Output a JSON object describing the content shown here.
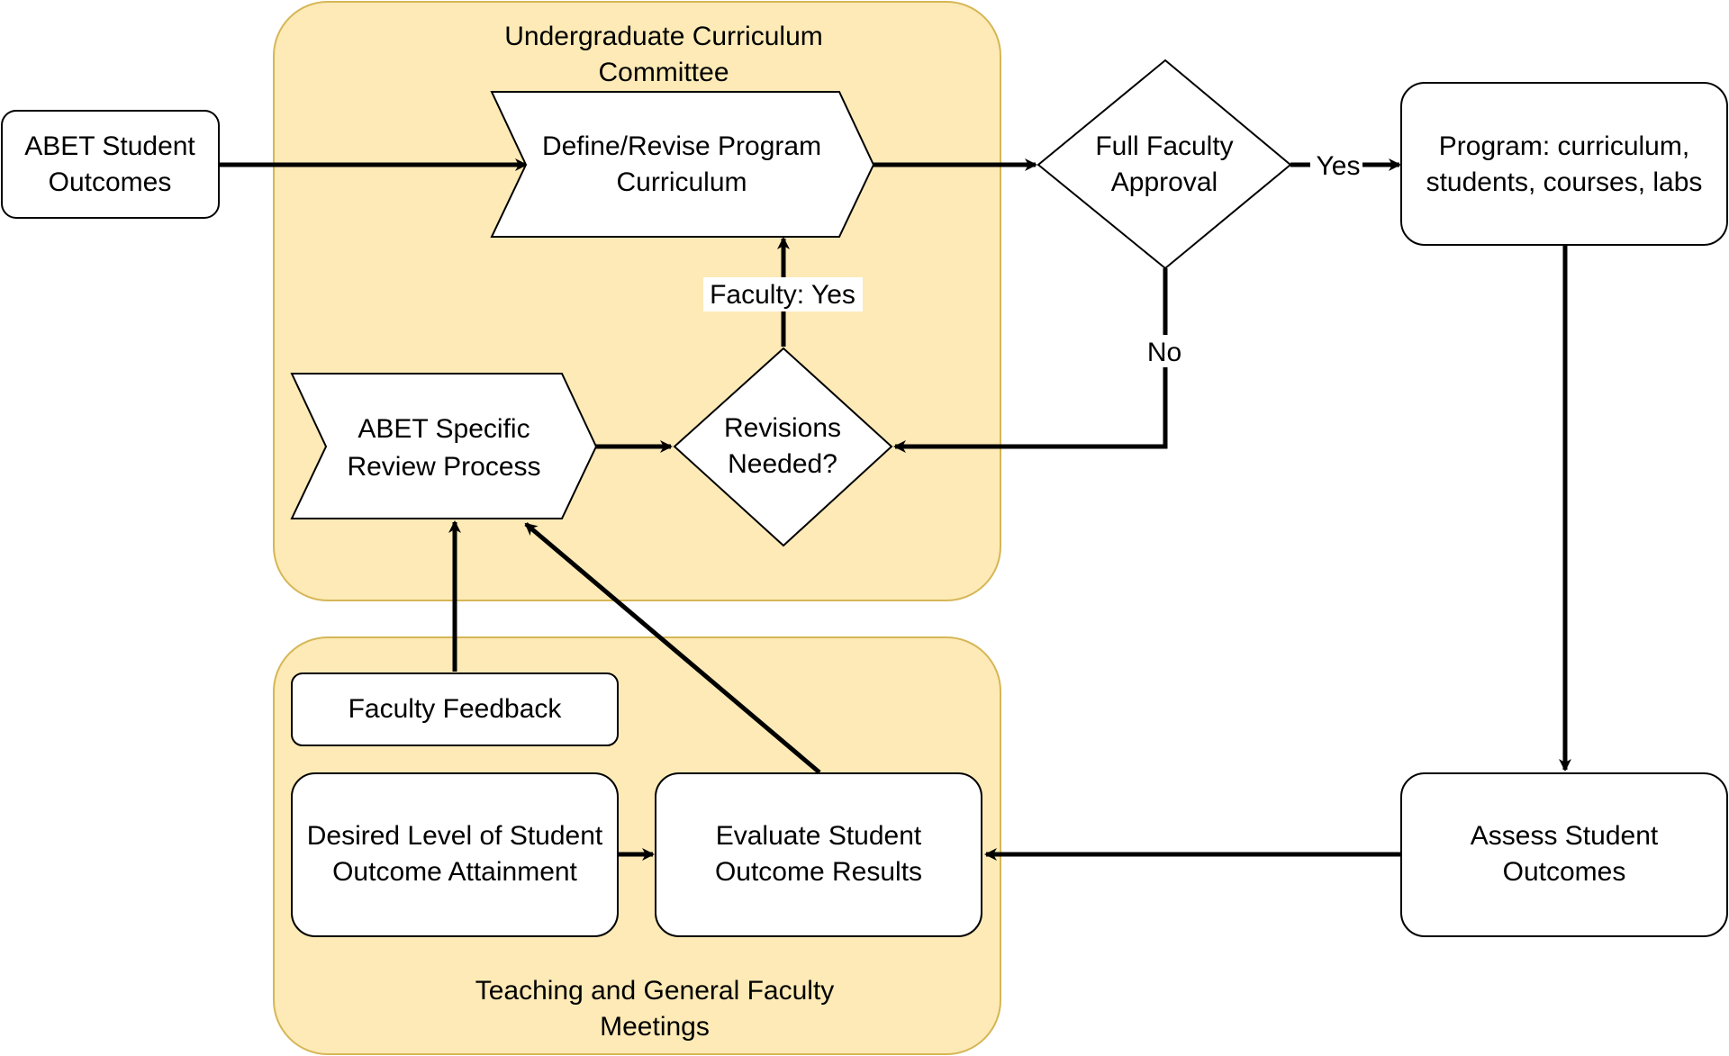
{
  "colors": {
    "group_fill": "#fdeab6",
    "group_stroke": "#d6b656",
    "node_fill": "#ffffff",
    "node_stroke": "#000000",
    "edge": "#000000"
  },
  "groups": {
    "curriculum_committee": {
      "line1": "Undergraduate Curriculum",
      "line2": "Committee"
    },
    "teaching_meetings": {
      "line1": "Teaching and General Faculty",
      "line2": "Meetings"
    }
  },
  "nodes": {
    "abet_outcomes": {
      "line1": "ABET Student",
      "line2": "Outcomes"
    },
    "define_revise": {
      "line1": "Define/Revise Program",
      "line2": "Curriculum"
    },
    "full_faculty_approval": {
      "line1": "Full Faculty",
      "line2": "Approval"
    },
    "program": {
      "line1": "Program: curriculum,",
      "line2": "students, courses, labs"
    },
    "abet_review": {
      "line1": "ABET Specific",
      "line2": "Review Process"
    },
    "revisions_needed": {
      "line1": "Revisions",
      "line2": "Needed?"
    },
    "faculty_feedback": {
      "line1": "Faculty Feedback"
    },
    "desired_level": {
      "line1": "Desired Level of Student",
      "line2": "Outcome Attainment"
    },
    "evaluate_results": {
      "line1": "Evaluate Student",
      "line2": "Outcome Results"
    },
    "assess_outcomes": {
      "line1": "Assess Student",
      "line2": "Outcomes"
    }
  },
  "edges": {
    "approval_yes": "Yes",
    "approval_no": "No",
    "faculty_yes": "Faculty: Yes"
  }
}
